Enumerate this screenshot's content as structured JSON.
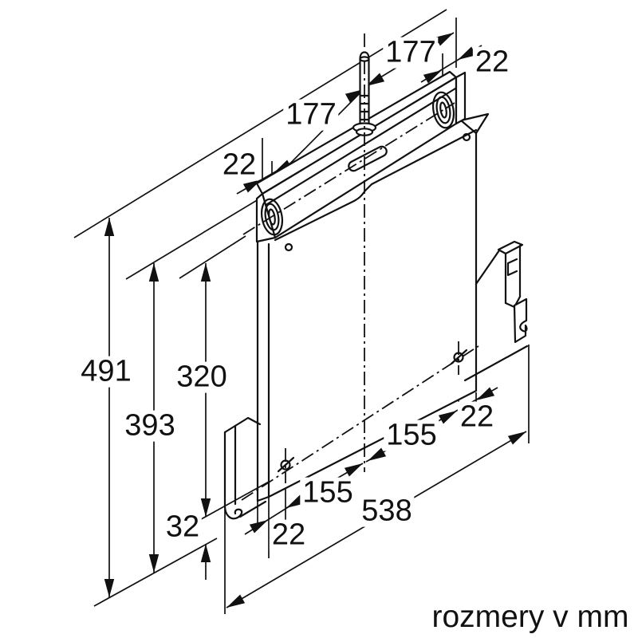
{
  "diagram": {
    "title": "appliance-mounting-bracket-installation-drawing",
    "caption": "rozmery v mm",
    "units": "mm",
    "colors": {
      "line": "#111111",
      "background": "#ffffff"
    },
    "dims": {
      "top_offset": "177",
      "top_end": "22",
      "mid_offset": "177",
      "mid_end": "22",
      "h_total": "491",
      "h_rail": "393",
      "h_holes": "320",
      "h_bracket": "32",
      "b_left_end": "22",
      "b_left_hole": "155",
      "b_right_hole": "155",
      "b_right_end": "22",
      "width_total": "538"
    }
  }
}
